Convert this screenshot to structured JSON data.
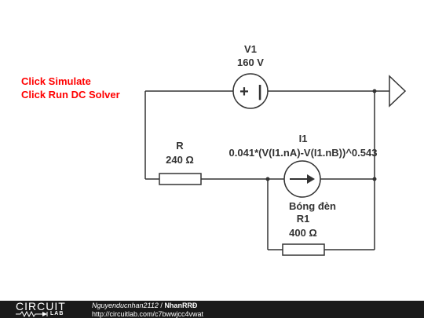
{
  "instructions": {
    "line1": "Click Simulate",
    "line2": "Click Run DC Solver",
    "color": "#ff0000"
  },
  "components": {
    "v1": {
      "name": "V1",
      "value": "160 V",
      "symbol_plus": "+",
      "symbol_bar": "|",
      "icon": "dc-voltage-source-icon"
    },
    "r": {
      "name": "R",
      "value": "240 Ω",
      "icon": "resistor-icon"
    },
    "i1": {
      "name": "I1",
      "expression": "0.041*(V(I1.nA)-V(I1.nB))^0.543",
      "caption": "Bóng đèn",
      "icon": "current-source-icon"
    },
    "r1": {
      "name": "R1",
      "value": "400 Ω",
      "icon": "resistor-icon"
    },
    "ground": {
      "icon": "ground-arrow-icon"
    }
  },
  "colors": {
    "wire": "#333333",
    "label": "#333333",
    "footer_bg": "#1a1a1a"
  },
  "footer": {
    "logo_main": "CIRCUIT",
    "logo_sub": "LAB",
    "author": "Nguyenducnhan2112",
    "separator": " / ",
    "title": "NhanRRĐ",
    "url": "http://circuitlab.com/c7bwwjcc4vwat"
  }
}
